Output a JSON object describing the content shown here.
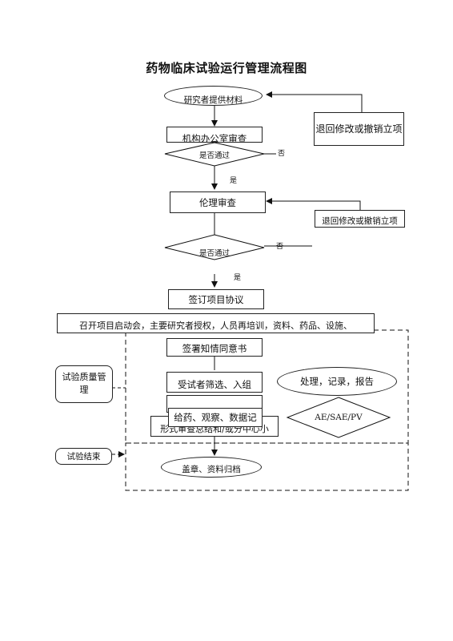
{
  "title": "药物临床试验运行管理流程图",
  "nodes": {
    "submit": "研究者提供材料",
    "office_review": "机构办公室审查",
    "decision1": "是否通过",
    "withdraw1": "退回修改或撤销立项",
    "ethics": "伦理审查",
    "withdraw2": "退回修改或撤销立项",
    "decision2": "是否通过",
    "sign_protocol": "签订项目协议",
    "kickoff": "召开项目启动会，主要研究者授权，人员再培训，资料、药品、设施、",
    "informed_consent": "签署知情同意书",
    "screening": "受试者筛选、入组",
    "dosing": "给药、观察、数据记",
    "summary": "形式审查总结和/或分中心小",
    "handle": "处理，记录，报告",
    "ae": "AE/SAE/PV",
    "archive": "盖章、资料归档",
    "qc": "试验质量管理",
    "trial_end": "试验结束"
  },
  "labels": {
    "no1": "否",
    "yes1": "是",
    "no2": "否",
    "yes2": "是"
  }
}
